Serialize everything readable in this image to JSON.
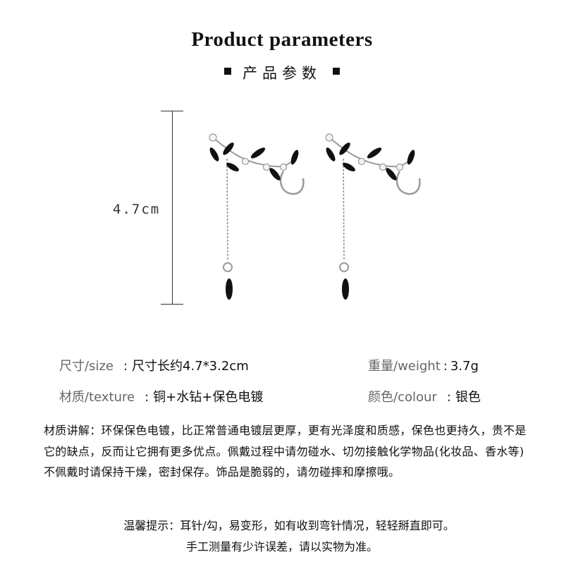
{
  "title": "Product parameters",
  "subtitle": "产品参数",
  "dimension_label": "4.7cm",
  "specs": [
    {
      "key": "尺寸/size",
      "value": "尺寸长约4.7*3.2cm"
    },
    {
      "key": "重量/weight",
      "value": "3.7g"
    },
    {
      "key": "材质/texture",
      "value": "铜+水钻+保色电镀"
    },
    {
      "key": "颜色/colour",
      "value": "银色"
    }
  ],
  "separator": ":",
  "description": "材质讲解：环保保色电镀，比正常普通电镀层更厚，更有光泽度和质感，保色也更持久，贵不是它的缺点，反而让它拥有更多优点。佩戴过程中请勿碰水、切勿接触化学物品(化妆品、香水等)不佩戴时请保持干燥，密封保存。饰品是脆弱的，请勿碰摔和摩擦哦。",
  "tips": [
    "温馨提示：耳针/勾，易变形，如有收到弯针情况，轻轻掰直即可。",
    "手工测量有少许误差，请以实物为准。"
  ],
  "colors": {
    "metal": "#9a9a9a",
    "stone": "#111111",
    "crystal": "#f4f4f4"
  }
}
